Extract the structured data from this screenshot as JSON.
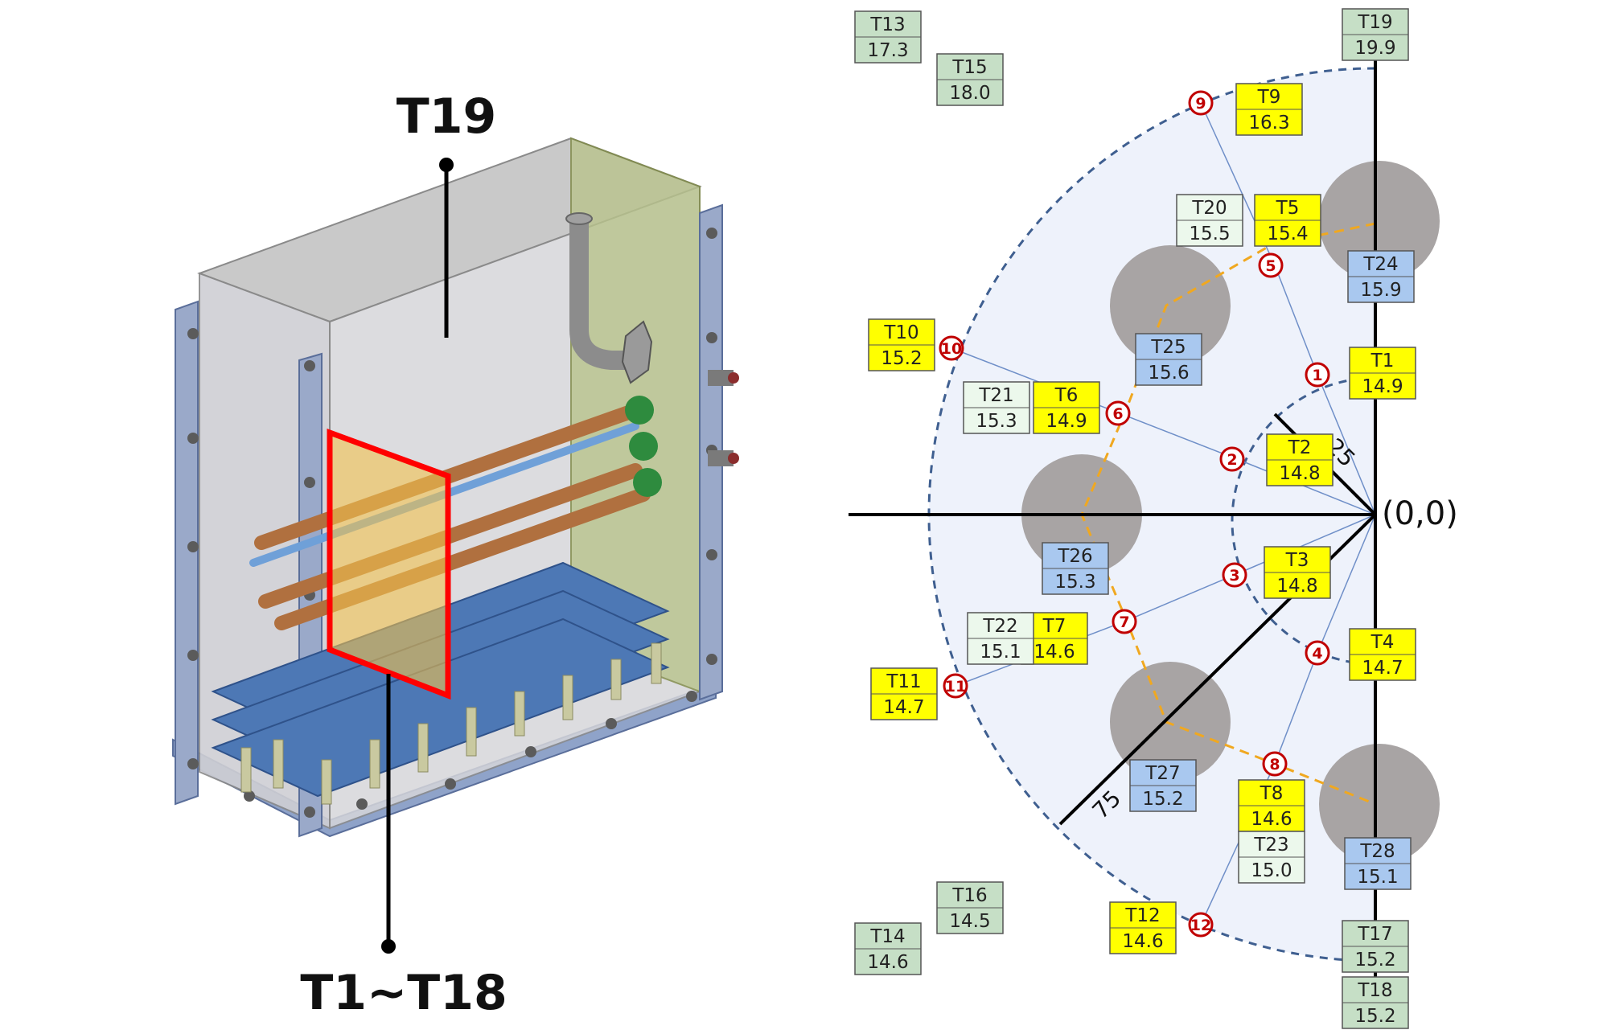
{
  "figure": {
    "left_panel": {
      "top_label": "T19",
      "bottom_label": "T1~T18"
    },
    "right_panel": {
      "origin_label": "(0,0)",
      "dimension_inner": "25",
      "dimension_outer": "75",
      "sensors": [
        {
          "name": "T1",
          "value": "14.9",
          "color": "#ffff00"
        },
        {
          "name": "T2",
          "value": "14.8",
          "color": "#ffff00"
        },
        {
          "name": "T3",
          "value": "14.8",
          "color": "#ffff00"
        },
        {
          "name": "T4",
          "value": "14.7",
          "color": "#ffff00"
        },
        {
          "name": "T5",
          "value": "15.4",
          "color": "#ffff00"
        },
        {
          "name": "T6",
          "value": "14.9",
          "color": "#ffff00"
        },
        {
          "name": "T7",
          "value": "14.6",
          "color": "#ffff00"
        },
        {
          "name": "T8",
          "value": "14.6",
          "color": "#ffff00"
        },
        {
          "name": "T9",
          "value": "16.3",
          "color": "#ffff00"
        },
        {
          "name": "T10",
          "value": "15.2",
          "color": "#ffff00"
        },
        {
          "name": "T11",
          "value": "14.7",
          "color": "#ffff00"
        },
        {
          "name": "T12",
          "value": "14.6",
          "color": "#ffff00"
        },
        {
          "name": "T13",
          "value": "17.3",
          "color": "#c6dfc6"
        },
        {
          "name": "T14",
          "value": "14.6",
          "color": "#c6dfc6"
        },
        {
          "name": "T15",
          "value": "18.0",
          "color": "#c6dfc6"
        },
        {
          "name": "T16",
          "value": "14.5",
          "color": "#c6dfc6"
        },
        {
          "name": "T17",
          "value": "15.2",
          "color": "#c6dfc6"
        },
        {
          "name": "T18",
          "value": "15.2",
          "color": "#c6dfc6"
        },
        {
          "name": "T19",
          "value": "19.9",
          "color": "#c6dfc6"
        },
        {
          "name": "T20",
          "value": "15.5",
          "color": "#ecf8ec"
        },
        {
          "name": "T21",
          "value": "15.3",
          "color": "#ecf8ec"
        },
        {
          "name": "T22",
          "value": "15.1",
          "color": "#ecf8ec"
        },
        {
          "name": "T23",
          "value": "15.0",
          "color": "#ecf8ec"
        },
        {
          "name": "T24",
          "value": "15.9",
          "color": "#a9c8ef"
        },
        {
          "name": "T25",
          "value": "15.6",
          "color": "#a9c8ef"
        },
        {
          "name": "T26",
          "value": "15.3",
          "color": "#a9c8ef"
        },
        {
          "name": "T27",
          "value": "15.2",
          "color": "#a9c8ef"
        },
        {
          "name": "T28",
          "value": "15.1",
          "color": "#a9c8ef"
        }
      ],
      "markers": [
        "1",
        "2",
        "3",
        "4",
        "5",
        "6",
        "7",
        "8",
        "9",
        "10",
        "11",
        "12"
      ]
    }
  }
}
